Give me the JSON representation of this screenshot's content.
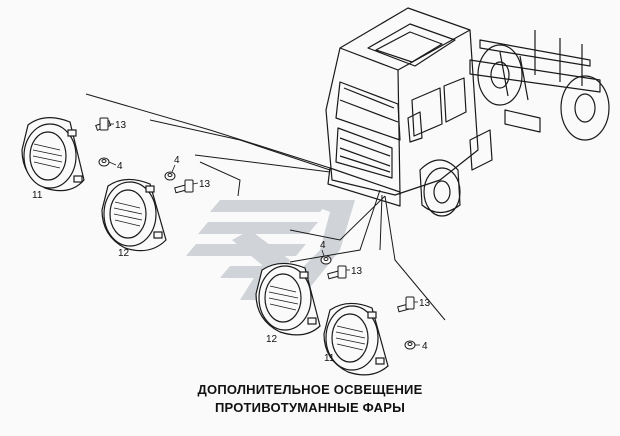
{
  "caption": {
    "line1": "ДОПОЛНИТЕЛЬНОЕ ОСВЕЩЕНИЕ",
    "line2": "ПРОТИВОТУМАННЫЕ ФАРЫ"
  },
  "callouts": {
    "lamp_left_top": "11",
    "lamp_left_bottom": "12",
    "lamp_right_top": "12",
    "lamp_right_bottom": "11",
    "bolt_a": "13",
    "nut_a": "4",
    "nut_b": "4",
    "bolt_b": "13",
    "nut_c": "4",
    "bolt_c": "13",
    "bolt_d": "13",
    "nut_d": "4"
  },
  "watermark": "logo-watermark",
  "colors": {
    "line": "#1a1a1a",
    "watermark": "#c9cdd3"
  }
}
